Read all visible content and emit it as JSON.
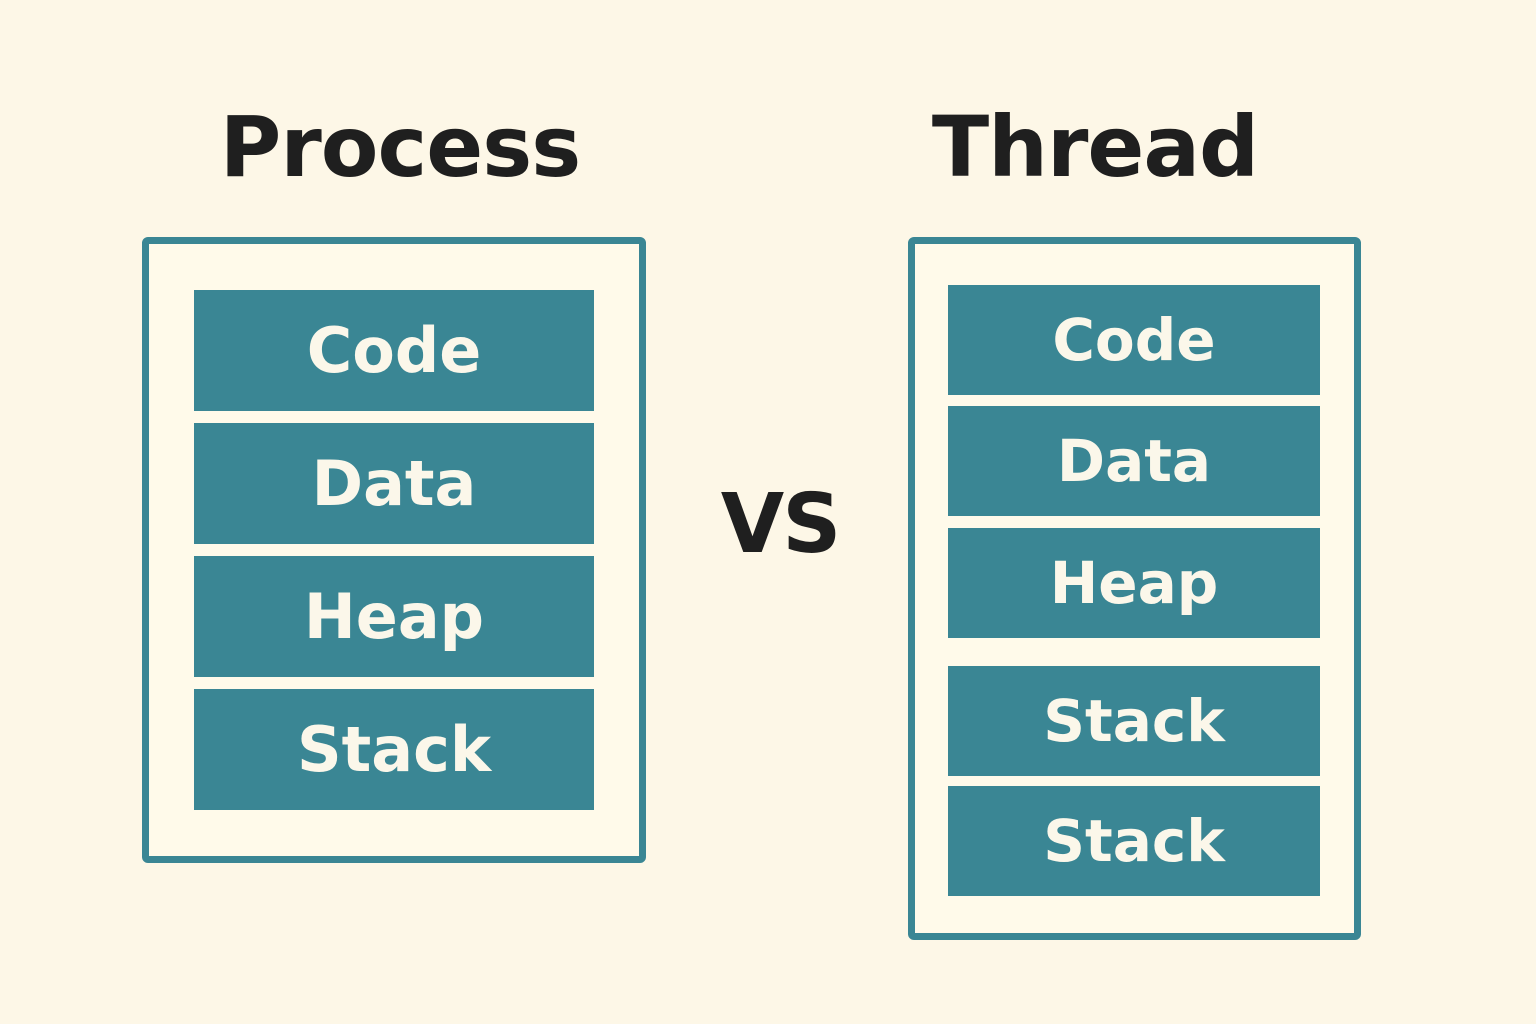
{
  "process": {
    "title": "Process",
    "segments": [
      "Code",
      "Data",
      "Heap",
      "Stack"
    ]
  },
  "vs_label": "VS",
  "thread": {
    "title": "Thread",
    "segments": [
      "Code",
      "Data",
      "Heap",
      "Stack",
      "Stack"
    ]
  },
  "colors": {
    "background": "#fdf7e7",
    "teal": "#3a8694",
    "title_text": "#1f1f1f",
    "segment_text": "#fbf7ea"
  }
}
